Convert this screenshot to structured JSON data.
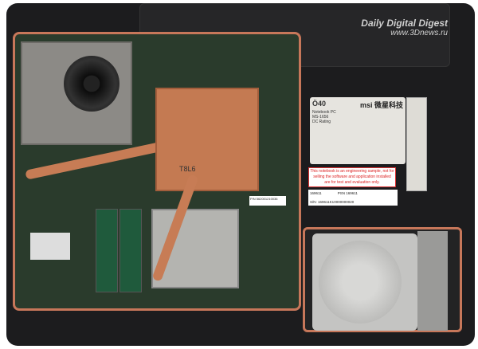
{
  "watermark": {
    "title": "Daily Digital Digest",
    "url": "www.3Dnews.ru"
  },
  "rating_label": {
    "model": "Ö40",
    "brand": "msi 微星科技",
    "product": "Notebook PC",
    "model_no": "MS-1656",
    "rating": "DC Rating"
  },
  "warning_label": {
    "text": "This notebook is an engineering sample, not for selling the software and application installed are for test and evaluation only."
  },
  "serial_label": {
    "number": "169611",
    "psn": "PSN 169611",
    "sn": "S/N: 169611K10000000020"
  },
  "pcb_sticker": {
    "text": "P/N 562001210036"
  },
  "cpu_marking": {
    "text": "T8L6"
  }
}
